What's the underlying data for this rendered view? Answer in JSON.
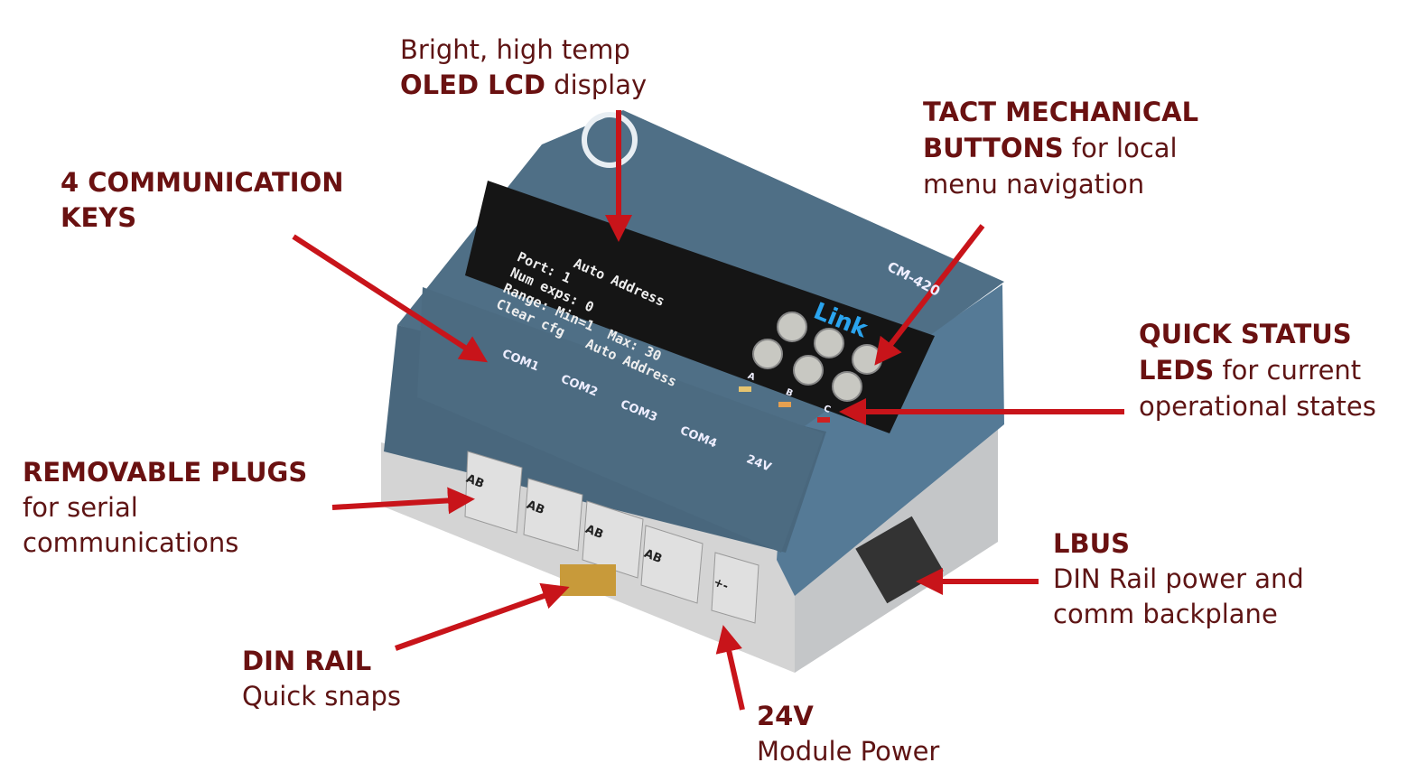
{
  "callouts": {
    "oled": {
      "line1": "Bright, high temp",
      "bold": "OLED LCD",
      "rest": " display"
    },
    "comm_keys": {
      "bold1": "4 COMMUNICATION",
      "bold2": "KEYS"
    },
    "tact": {
      "bold1": "TACT MECHANICAL",
      "bold2": "BUTTONS",
      "rest2": " for local",
      "line3": "menu navigation"
    },
    "status": {
      "bold1": "QUICK STATUS",
      "bold2": "LEDS",
      "rest2": " for current",
      "line3": "operational states"
    },
    "plugs": {
      "bold": "REMOVABLE PLUGS",
      "line2": "for serial",
      "line3": "communications"
    },
    "lbus": {
      "bold": "LBUS",
      "line2": "DIN Rail power and",
      "line3": "comm backplane"
    },
    "din": {
      "bold": "DIN RAIL",
      "line2": "Quick snaps"
    },
    "power": {
      "bold": "24V",
      "line2": "Module Power"
    }
  },
  "device": {
    "model": "CM-420",
    "brand": "Link",
    "screen": [
      "Auto Address",
      "Port: 1",
      "Num exps: 0",
      "Range: Min=1  Max: 30",
      "Clear cfg   Auto Address"
    ],
    "ports": [
      "COM1",
      "COM2",
      "COM3",
      "COM4",
      "24V"
    ],
    "leds": [
      "A",
      "B",
      "C"
    ],
    "plug_label": "AB",
    "power_plug_label": "+-"
  },
  "colors": {
    "arrow": "#c8141a",
    "text": "#5e1414",
    "body": "#4a6a80",
    "base": "#d8d8d8"
  }
}
